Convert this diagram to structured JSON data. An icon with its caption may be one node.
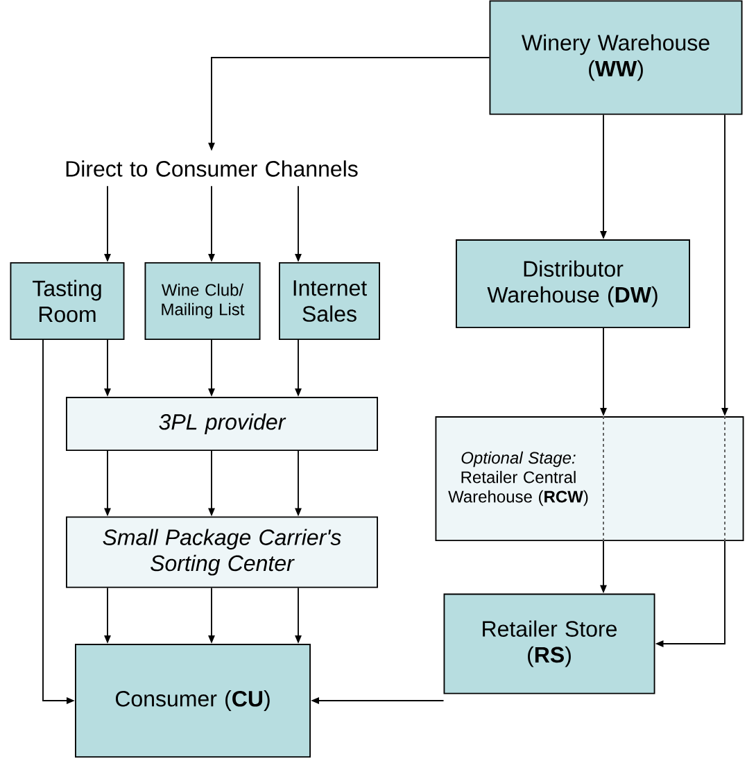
{
  "diagram": {
    "nodes": [
      {
        "text": [
          "Winery Warehouse (**WW**)"
        ]
      },
      {
        "text": [
          "Direct to Consumer Channels"
        ]
      },
      {
        "text": [
          "Tasting Room"
        ]
      },
      {
        "text": [
          "Wine Club/ Mailing List"
        ]
      },
      {
        "text": [
          "Internet Sales"
        ]
      },
      {
        "text": [
          "3PL provider"
        ]
      },
      {
        "text": [
          "Small Package Carrier's Sorting Center"
        ]
      },
      {
        "text": [
          "Consumer (**CU**)"
        ]
      },
      {
        "text": [
          "Distributor Warehouse (**DW**)"
        ]
      },
      {
        "text": [
          "*Optional Stage:* Retailer Central Warehouse (**RCW**)"
        ]
      },
      {
        "text": [
          "Retailer Store (**RS**)"
        ]
      }
    ],
    "edges": [
      {
        "from": 0,
        "to": 1,
        "arrow": "to"
      },
      {
        "from": 1,
        "to": 2,
        "arrow": "to"
      },
      {
        "from": 1,
        "to": 3,
        "arrow": "to"
      },
      {
        "from": 1,
        "to": 4,
        "arrow": "to"
      },
      {
        "from": 2,
        "to": 5,
        "arrow": "to"
      },
      {
        "from": 3,
        "to": 5,
        "arrow": "to"
      },
      {
        "from": 4,
        "to": 5,
        "arrow": "to"
      },
      {
        "from": 5,
        "to": 6,
        "arrow": "to"
      },
      {
        "from": 5,
        "to": 6,
        "arrow": "to"
      },
      {
        "from": 5,
        "to": 6,
        "arrow": "to"
      },
      {
        "from": 6,
        "to": 7,
        "arrow": "to"
      },
      {
        "from": 6,
        "to": 7,
        "arrow": "to"
      },
      {
        "from": 6,
        "to": 7,
        "arrow": "to"
      },
      {
        "from": 2,
        "to": 7,
        "arrow": "to"
      },
      {
        "from": 0,
        "to": 8,
        "arrow": "to"
      },
      {
        "from": 8,
        "to": 9,
        "arrow": "to"
      },
      {
        "from": 0,
        "to": 9,
        "arrow": "to"
      },
      {
        "from": 9,
        "to": 10,
        "arrow": "to"
      },
      {
        "from": 9,
        "to": 10,
        "arrow": "to"
      },
      {
        "from": 10,
        "to": 7,
        "arrow": "to"
      }
    ]
  }
}
